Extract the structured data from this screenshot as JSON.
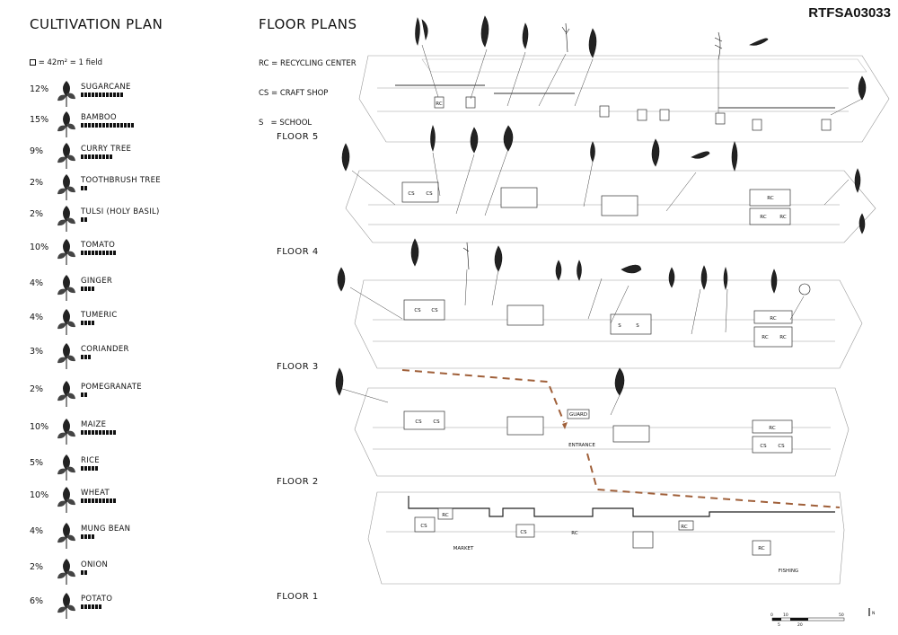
{
  "title_code": "RTFSA03033",
  "cultivation": {
    "heading": "CULTIVATION PLAN",
    "legend": "= 42m² = 1 field",
    "crops": [
      {
        "pct": "12%",
        "name": "SUGARCANE",
        "fields": 12,
        "icon": "sugarcane-icon"
      },
      {
        "pct": "15%",
        "name": "BAMBOO",
        "fields": 15,
        "icon": "bamboo-icon"
      },
      {
        "pct": "9%",
        "name": "CURRY TREE",
        "fields": 9,
        "icon": "curry-tree-icon"
      },
      {
        "pct": "2%",
        "name": "TOOTHBRUSH TREE",
        "fields": 2,
        "icon": "toothbrush-tree-icon"
      },
      {
        "pct": "2%",
        "name": "TULSI (HOLY BASIL)",
        "fields": 2,
        "icon": "tulsi-icon"
      },
      {
        "pct": "10%",
        "name": "TOMATO",
        "fields": 10,
        "icon": "tomato-icon"
      },
      {
        "pct": "4%",
        "name": "GINGER",
        "fields": 4,
        "icon": "ginger-icon"
      },
      {
        "pct": "4%",
        "name": "TUMERIC",
        "fields": 4,
        "icon": "tumeric-icon"
      },
      {
        "pct": "3%",
        "name": "CORIANDER",
        "fields": 3,
        "icon": "coriander-icon"
      },
      {
        "pct": "2%",
        "name": "POMEGRANATE",
        "fields": 2,
        "icon": "pomegranate-icon"
      },
      {
        "pct": "10%",
        "name": "MAIZE",
        "fields": 10,
        "icon": "maize-icon"
      },
      {
        "pct": "5%",
        "name": "RICE",
        "fields": 5,
        "icon": "rice-icon"
      },
      {
        "pct": "10%",
        "name": "WHEAT",
        "fields": 10,
        "icon": "wheat-icon"
      },
      {
        "pct": "4%",
        "name": "MUNG BEAN",
        "fields": 4,
        "icon": "mung-bean-icon"
      },
      {
        "pct": "2%",
        "name": "ONION",
        "fields": 2,
        "icon": "onion-icon"
      },
      {
        "pct": "6%",
        "name": "POTATO",
        "fields": 6,
        "icon": "potato-icon"
      }
    ]
  },
  "floor_plans": {
    "heading": "FLOOR PLANS",
    "abbreviations": [
      "RC = RECYCLING CENTER",
      "CS = CRAFT SHOP",
      "S   = SCHOOL"
    ],
    "floors": [
      {
        "label": "FLOOR 5"
      },
      {
        "label": "FLOOR 4"
      },
      {
        "label": "FLOOR 3"
      },
      {
        "label": "FLOOR 2"
      },
      {
        "label": "FLOOR 1"
      }
    ],
    "room_labels": {
      "rc": "RC",
      "cs": "CS",
      "s": "S"
    },
    "place_labels": {
      "guard": "GUARD",
      "entrance": "ENTRANCE",
      "market": "MARKET",
      "fishing": "FISHING"
    },
    "scale_ticks": [
      "0",
      "10",
      "5",
      "20",
      "50"
    ],
    "north": "N"
  }
}
